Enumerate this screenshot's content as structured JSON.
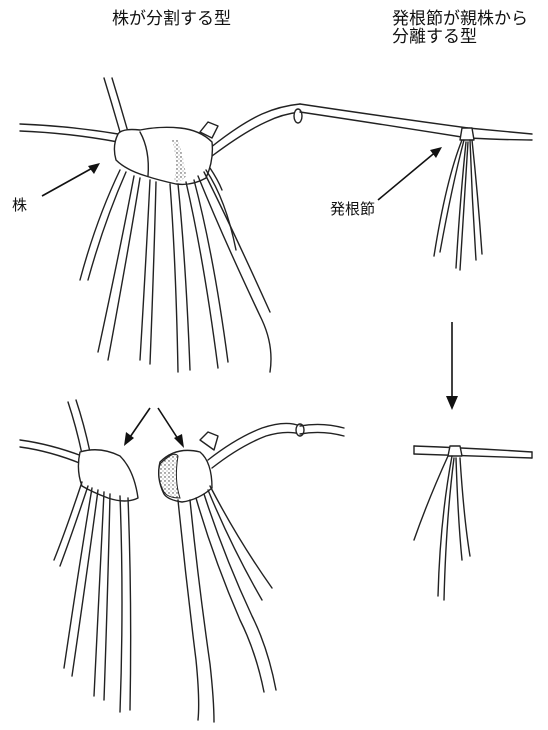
{
  "titles": {
    "left": "株が分割する型",
    "right_line1": "発根節が親株から",
    "right_line2": "分離する型"
  },
  "labels": {
    "stock": "株",
    "rooting_node": "発根節"
  },
  "colors": {
    "line": "#222222",
    "background": "#ffffff"
  }
}
